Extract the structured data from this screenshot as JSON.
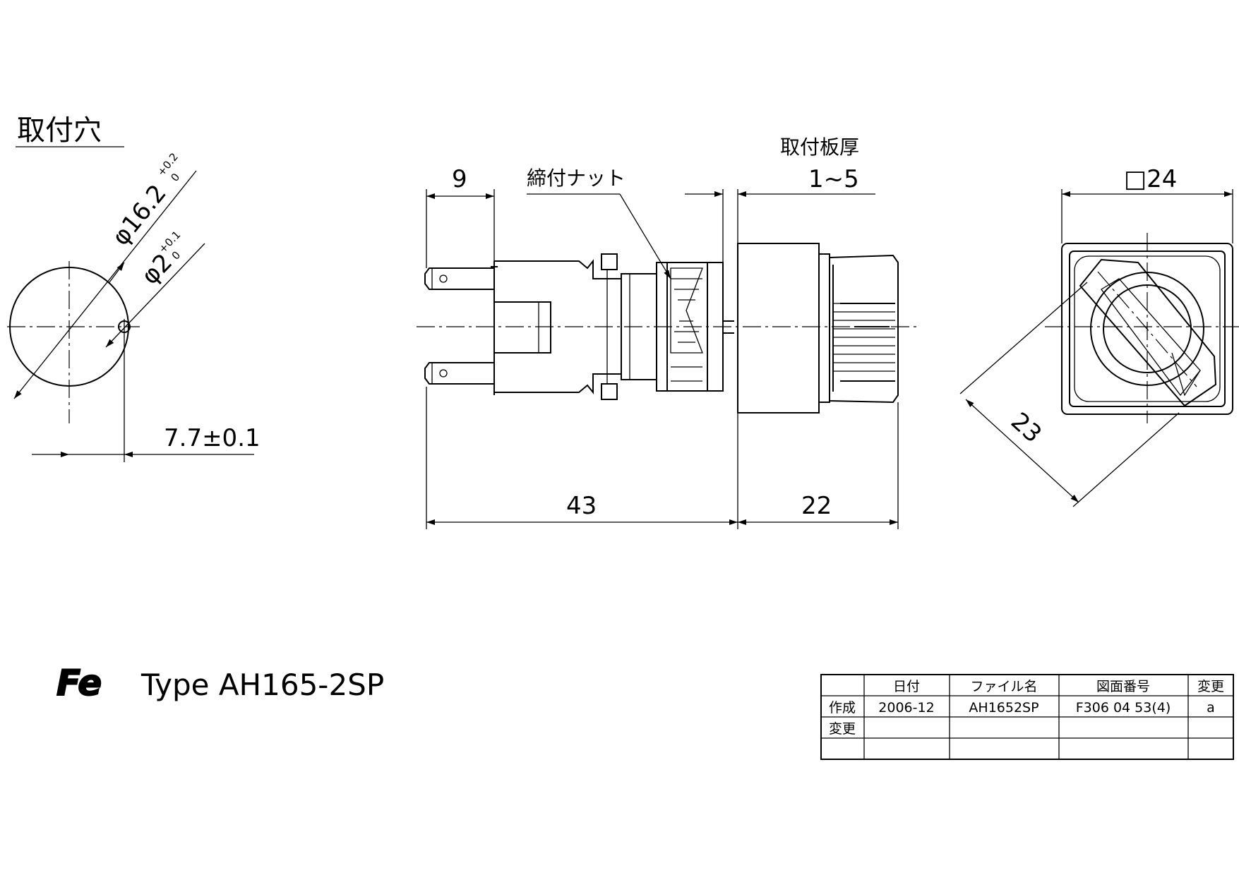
{
  "mounting_hole": {
    "title": "取付穴",
    "dia_main": "φ16.2",
    "dia_main_tol_upper": "+0.2",
    "dia_main_tol_lower": "0",
    "dia_pin": "φ2",
    "dia_pin_tol_upper": "+0.1",
    "dia_pin_tol_lower": "0",
    "offset": "7.7±0.1"
  },
  "side_view": {
    "dim_terminal": "9",
    "nut_label": "締付ナット",
    "panel_label": "取付板厚",
    "panel_range": "1~5",
    "dim_body": "43",
    "dim_front": "22"
  },
  "front_view": {
    "dim_square": "□24",
    "dim_diag": "23"
  },
  "title": {
    "logo": "Fe",
    "type": "Type  AH165-2SP"
  },
  "title_block": {
    "headers": [
      "",
      "日付",
      "ファイル名",
      "図面番号",
      "変更"
    ],
    "rows": [
      [
        "作成",
        "2006-12",
        "AH1652SP",
        "F306 04 53(4)",
        "a"
      ],
      [
        "変更",
        "",
        "",
        "",
        ""
      ],
      [
        "",
        "",
        "",
        "",
        ""
      ]
    ]
  }
}
